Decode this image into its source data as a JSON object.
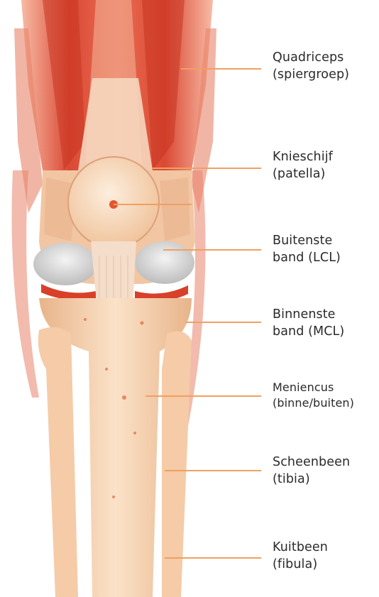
{
  "labels": [
    {
      "id": "quadriceps",
      "line1": "Quadriceps",
      "line2": "(spiergroep)"
    },
    {
      "id": "patella",
      "line1": "Knieschijf",
      "line2": "(patella)"
    },
    {
      "id": "lcl",
      "line1": "Buitenste",
      "line2": "band (LCL)"
    },
    {
      "id": "mcl",
      "line1": "Binnenste",
      "line2": "band (MCL)"
    },
    {
      "id": "meniscus",
      "line1": "Meniencus",
      "line2": "(binne/buiten)"
    },
    {
      "id": "tibia",
      "line1": "Scheenbeen",
      "line2": "(tibia)"
    },
    {
      "id": "fibula",
      "line1": "Kuitbeen",
      "line2": "(fibula)"
    }
  ],
  "colors": {
    "leader": "#f0a060",
    "muscle": "#d8402a",
    "bone": "#f3c9a0",
    "cartilage": "#dcdcdc"
  }
}
